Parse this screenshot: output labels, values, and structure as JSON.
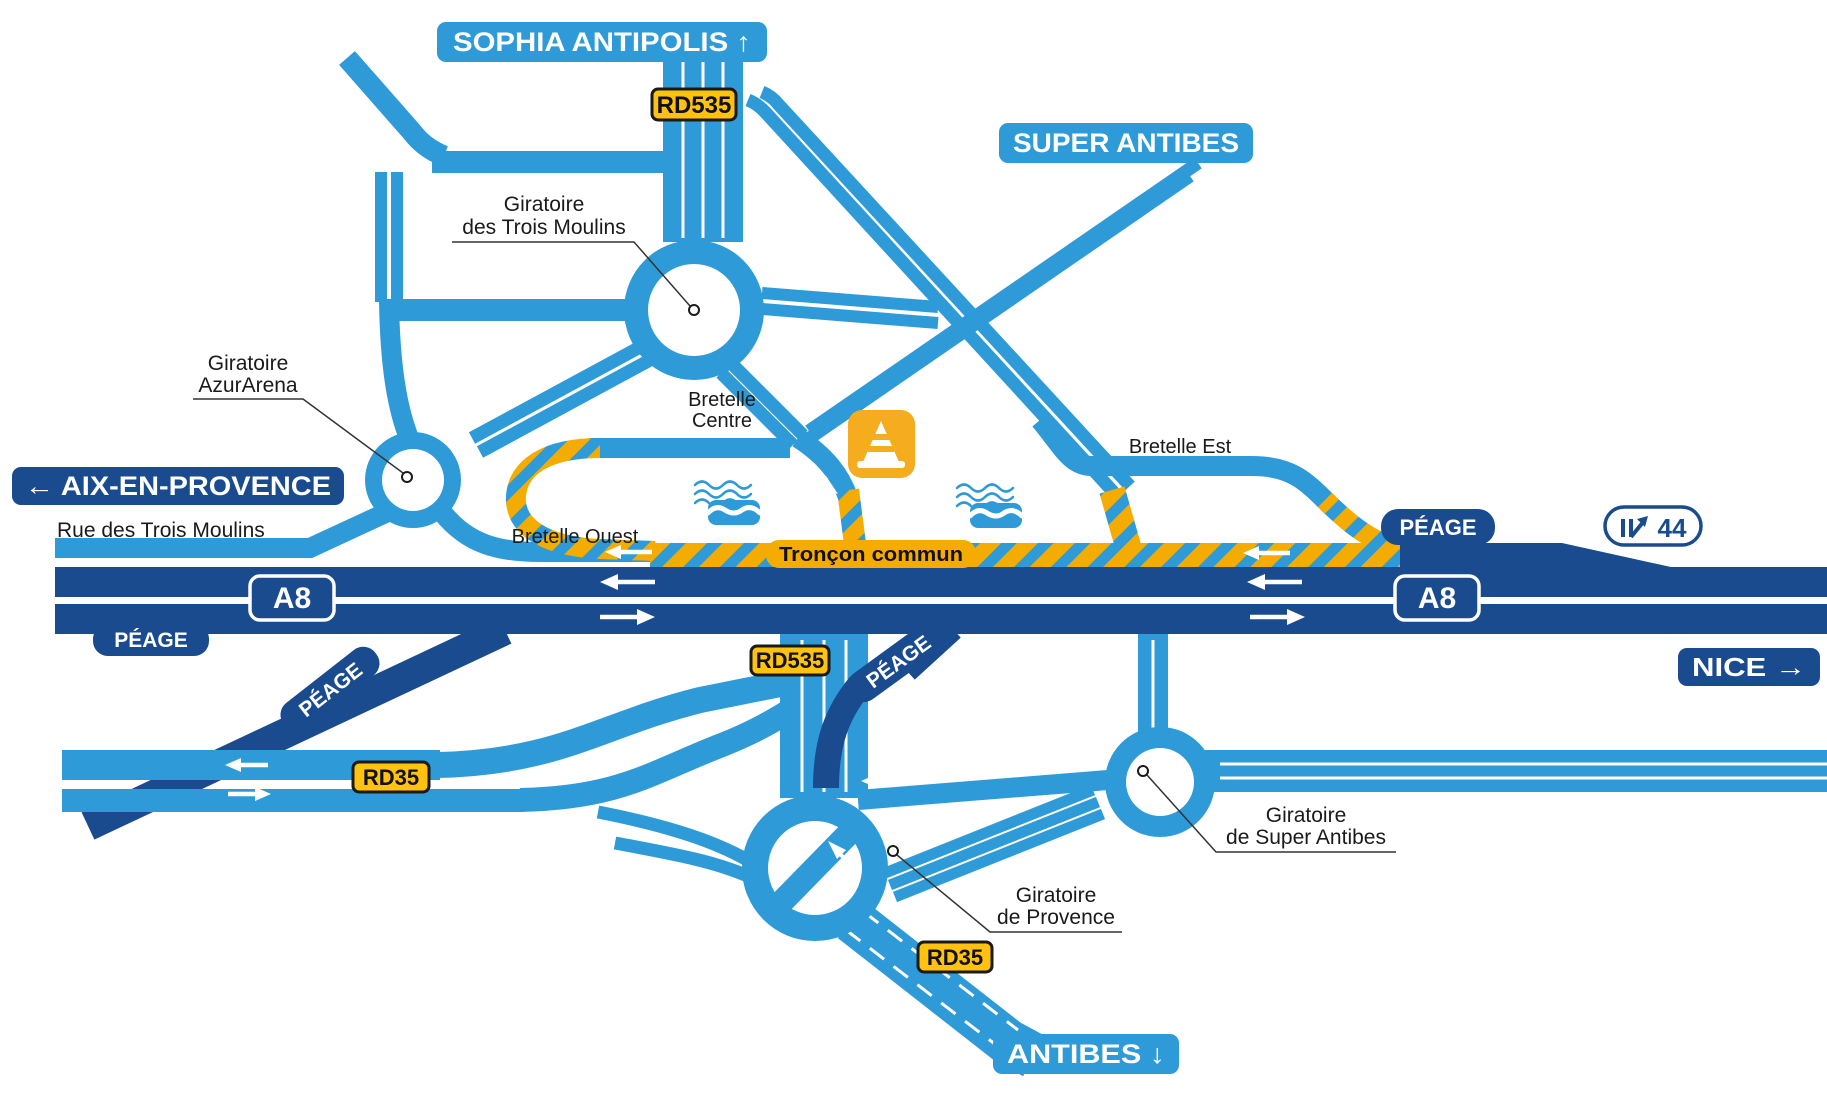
{
  "title": "A8 interchange roadworks schematic map",
  "colors": {
    "road_blue": "#2E9BD8",
    "motorway_navy": "#1A4B8F",
    "works_amber": "#F5AC00",
    "badge_yellow": "#FFC20E",
    "label_black": "#1A1A1A"
  },
  "signs": {
    "sophia": "SOPHIA ANTIPOLIS ↑",
    "super_antibes": "SUPER ANTIBES",
    "aix": "← AIX-EN-PROVENCE",
    "nice": "NICE →",
    "antibes": "ANTIBES ↓",
    "exit_number": "44"
  },
  "road_badges": {
    "a8_west": "A8",
    "a8_east": "A8",
    "rd535_north": "RD535",
    "rd535_south": "RD535",
    "rd35_west": "RD35",
    "rd35_south": "RD35"
  },
  "toll": {
    "west": "PÉAGE",
    "southwest": "PÉAGE",
    "central": "PÉAGE",
    "east": "PÉAGE"
  },
  "works_section_label": "Tronçon commun",
  "streets": {
    "rue_trois_moulins": "Rue des Trois Moulins"
  },
  "ramps": {
    "ouest": "Bretelle Ouest",
    "centre_l1": "Bretelle",
    "centre_l2": "Centre",
    "est": "Bretelle Est"
  },
  "roundabouts": {
    "trois_moulins_l1": "Giratoire",
    "trois_moulins_l2": "des Trois Moulins",
    "azur_l1": "Giratoire",
    "azur_l2": "AzurArena",
    "super_l1": "Giratoire",
    "super_l2": "de Super Antibes",
    "provence_l1": "Giratoire",
    "provence_l2": "de Provence"
  }
}
